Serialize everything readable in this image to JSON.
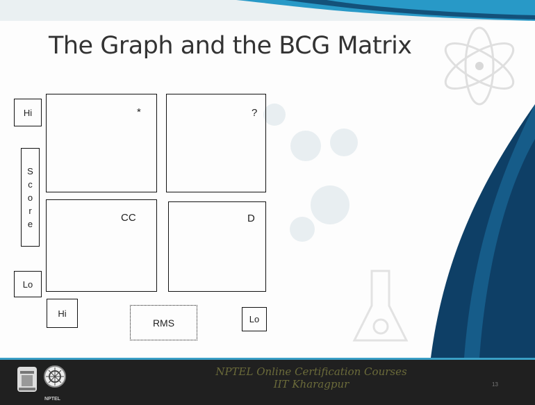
{
  "title": "The Graph and the BCG Matrix",
  "axes": {
    "y_hi": "Hi",
    "y_label_letters": [
      "S",
      "c",
      "o",
      "r",
      "e"
    ],
    "y_lo": "Lo",
    "x_hi": "Hi",
    "x_label": "RMS",
    "x_lo": "Lo"
  },
  "quadrants": {
    "top_left": "*",
    "top_right": "?",
    "bottom_left": "CC",
    "bottom_right": "D"
  },
  "footer": {
    "line1": "NPTEL Online Certification Courses",
    "line2": "IIT Kharagpur",
    "page": "13",
    "nptel_logo_text": "NPTEL"
  },
  "colors": {
    "accent_blue": "#1d93c4",
    "dark_blue": "#0e3f66",
    "footer_bg": "#202020"
  }
}
